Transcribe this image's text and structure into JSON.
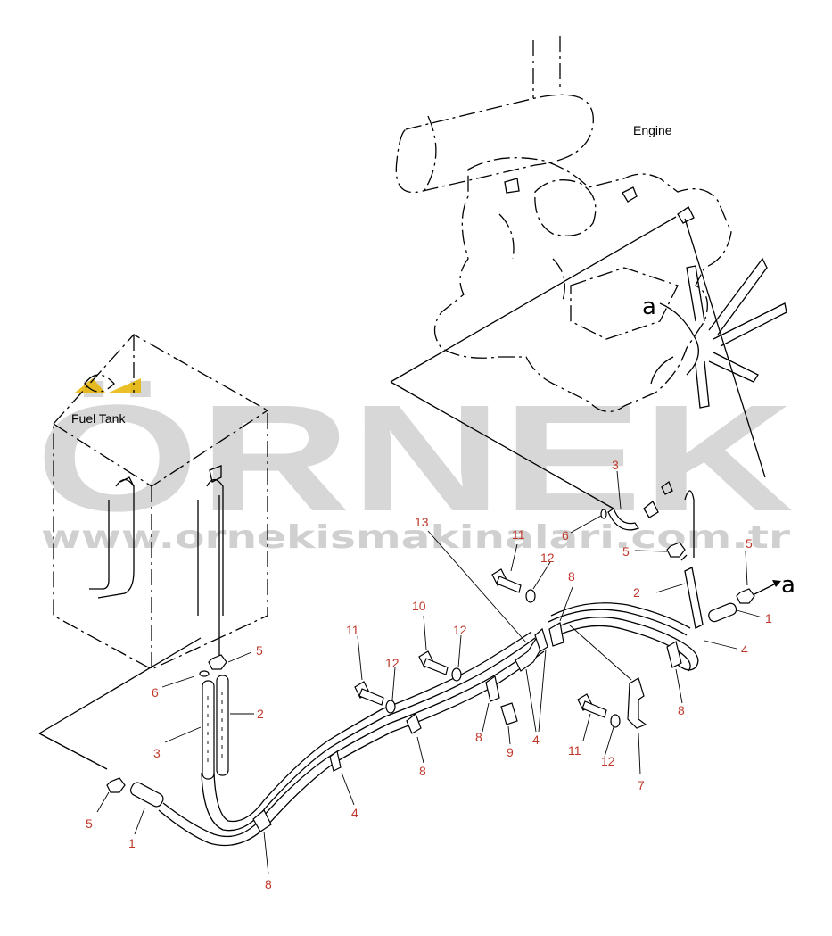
{
  "labels": {
    "engine": "Engine",
    "fuel_tank": "Fuel Tank",
    "view_letter": "a"
  },
  "watermark": {
    "logo": "ÖRNEK",
    "url": "www.ornekismakinalari.com.tr",
    "color": "#d7d7d7"
  },
  "callouts": {
    "c1_left": "1",
    "c1_right": "1",
    "c2_left": "2",
    "c2_right": "2",
    "c3_left": "3",
    "c3_top": "3",
    "c4_mid": "4",
    "c4_center": "4",
    "c4_right": "4",
    "c5_left_low": "5",
    "c5_left_mid": "5",
    "c5_right_low": "5",
    "c5_right_top": "5",
    "c6_left": "6",
    "c6_right": "6",
    "c7": "7",
    "c8_bottom": "8",
    "c8_mid": "8",
    "c8_center": "8",
    "c8_top": "8",
    "c8_right": "8",
    "c9": "9",
    "c10": "10",
    "c11_a": "11",
    "c11_b": "11",
    "c11_c": "11",
    "c12_a": "12",
    "c12_b": "12",
    "c12_c": "12",
    "c13": "13"
  },
  "colors": {
    "callout": "#c0392b",
    "line": "#000000",
    "logo_accent": "#e8b400"
  }
}
